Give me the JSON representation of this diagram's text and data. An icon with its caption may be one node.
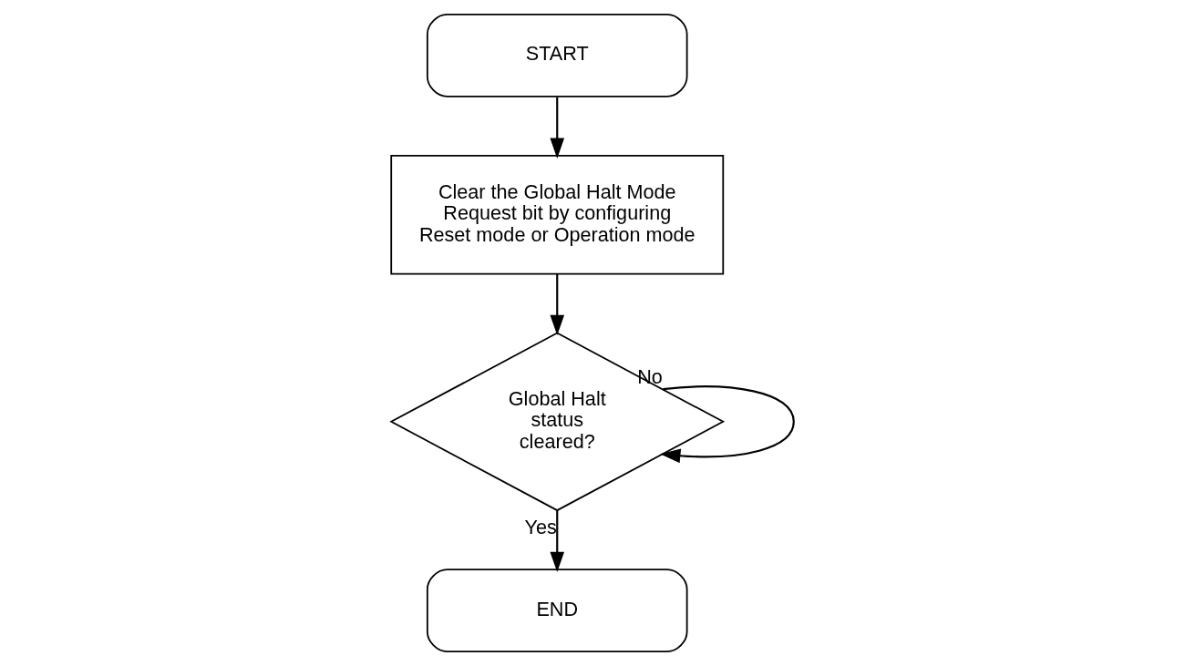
{
  "diagram": {
    "nodes": [
      {
        "text": [
          "START"
        ]
      },
      {
        "text": [
          "Clear the Global Halt Mode Request bit by configuring Reset mode or Operation mode"
        ]
      },
      {
        "text": [
          "Global Halt status cleared?"
        ]
      },
      {
        "text": [
          "END"
        ]
      }
    ],
    "edges": [
      {
        "from": 0,
        "to": 1,
        "arrow": "to"
      },
      {
        "from": 1,
        "to": 2,
        "arrow": "to"
      },
      {
        "from": 2,
        "to": 2,
        "arrow": "to",
        "label": "No"
      },
      {
        "from": 2,
        "to": 3,
        "arrow": "to",
        "label": "Yes"
      }
    ]
  }
}
